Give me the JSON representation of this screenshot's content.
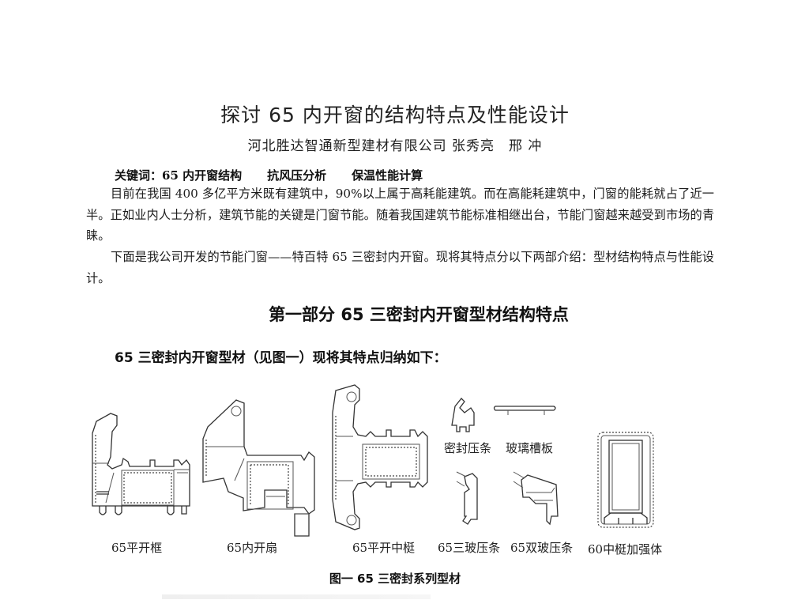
{
  "document": {
    "title": "探讨 65 内开窗的结构特点及性能设计",
    "authors": "河北胜达智通新型建材有限公司 张秀亮　邢 冲",
    "keywords": {
      "label": "关键词：",
      "items": [
        "65 内开窗结构",
        "抗风压分析",
        "保温性能计算"
      ]
    },
    "paragraphs": [
      "目前在我国 400 多亿平方米既有建筑中，90%以上属于高耗能建筑。而在高能耗建筑中，门窗的能耗就占了近一半。正如业内人士分析，建筑节能的关键是门窗节能。随着我国建筑节能标准相继出台，节能门窗越来越受到市场的青睐。",
      "下面是我公司开发的节能门窗——特百特 65 三密封内开窗。现将其特点分以下两部介绍：型材结构特点与性能设计。"
    ],
    "section_heading": "第一部分 65 三密封内开窗型材结构特点",
    "sub_heading": "65 三密封内开窗型材（见图一）现将其特点归纳如下：",
    "figure": {
      "labels": [
        "65平开框",
        "65内开扇",
        "65平开中梃",
        "密封压条",
        "玻璃槽板",
        "65三玻压条",
        "65双玻压条",
        "60中梃加强体"
      ],
      "caption": "图一 65 三密封系列型材"
    }
  }
}
